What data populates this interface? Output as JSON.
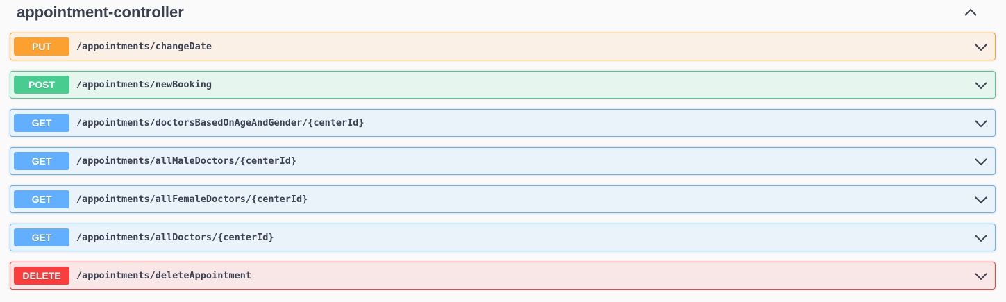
{
  "tag": {
    "title": "appointment-controller",
    "collapse_icon": "chevron-up-icon"
  },
  "colors": {
    "put": "#fca130",
    "post": "#49cc90",
    "get": "#61affe",
    "delete": "#f93e3e",
    "text": "#3b4151"
  },
  "operations": [
    {
      "method": "PUT",
      "path": "/appointments/changeDate",
      "expand_icon": "chevron-down-icon"
    },
    {
      "method": "POST",
      "path": "/appointments/newBooking",
      "expand_icon": "chevron-down-icon"
    },
    {
      "method": "GET",
      "path": "/appointments/doctorsBasedOnAgeAndGender/{centerId}",
      "expand_icon": "chevron-down-icon"
    },
    {
      "method": "GET",
      "path": "/appointments/allMaleDoctors/{centerId}",
      "expand_icon": "chevron-down-icon"
    },
    {
      "method": "GET",
      "path": "/appointments/allFemaleDoctors/{centerId}",
      "expand_icon": "chevron-down-icon"
    },
    {
      "method": "GET",
      "path": "/appointments/allDoctors/{centerId}",
      "expand_icon": "chevron-down-icon"
    },
    {
      "method": "DELETE",
      "path": "/appointments/deleteAppointment",
      "expand_icon": "chevron-down-icon"
    }
  ]
}
